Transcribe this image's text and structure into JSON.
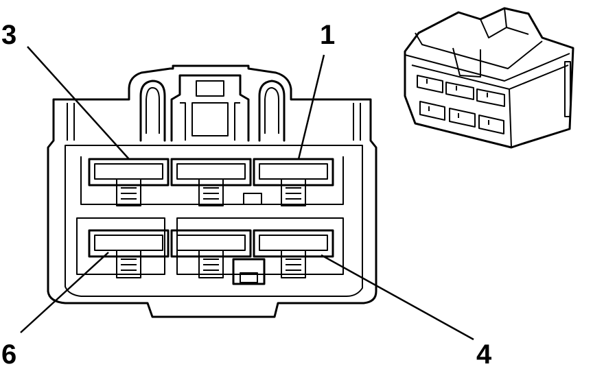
{
  "diagram": {
    "callouts": [
      {
        "id": "pin-1",
        "label": "1"
      },
      {
        "id": "pin-3",
        "label": "3"
      },
      {
        "id": "pin-4",
        "label": "4"
      },
      {
        "id": "pin-6",
        "label": "6"
      }
    ]
  }
}
